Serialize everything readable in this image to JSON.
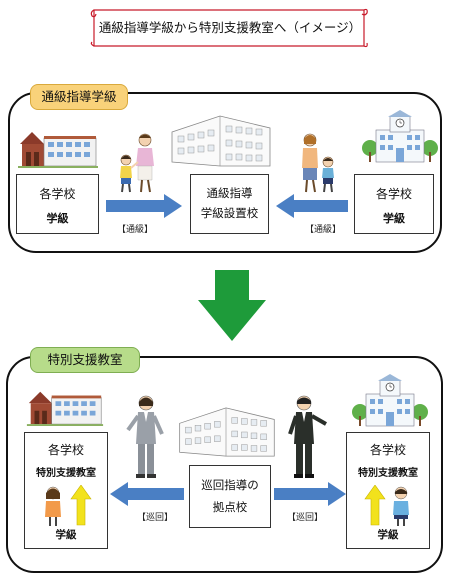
{
  "title": "通級指導学級から特別支援教室へ（イメージ）",
  "top_section": {
    "tag": "通級指導学級",
    "left_box": {
      "line1": "各学校",
      "line2": "学級"
    },
    "center_box": {
      "line1": "通級指導",
      "line2": "学級設置校"
    },
    "right_box": {
      "line1": "各学校",
      "line2": "学級"
    },
    "left_arrow_label": "【通級】",
    "right_arrow_label": "【通級】"
  },
  "bottom_section": {
    "tag": "特別支援教室",
    "left_box": {
      "line1": "各学校",
      "line2": "特別支援教室",
      "line3": "学級"
    },
    "center_box": {
      "line1": "巡回指導の",
      "line2": "拠点校"
    },
    "right_box": {
      "line1": "各学校",
      "line2": "特別支援教室",
      "line3": "学級"
    },
    "left_arrow_label": "【巡回】",
    "right_arrow_label": "【巡回】"
  },
  "colors": {
    "blue_arrow": "#4a7fc4",
    "green_arrow": "#1e9b3a",
    "yellow_arrow": "#f2e21c",
    "top_tag": "#f9d27a",
    "bottom_tag": "#b7dc8a",
    "title_border": "#c81a2a"
  },
  "icons": [
    "school-building-icon",
    "school-clock-building-icon",
    "parent-child-walking-icon",
    "teacher-walking-icon",
    "student-icon"
  ]
}
